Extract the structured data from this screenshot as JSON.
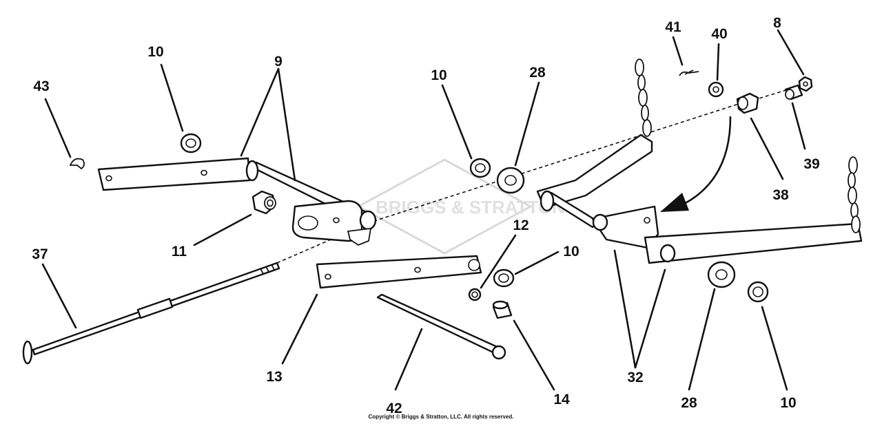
{
  "diagram": {
    "watermark": "BRIGGS & STRATTON",
    "copyright": "Copyright © Briggs & Stratton, LLC. All rights reserved.",
    "labels": [
      {
        "id": "lbl-10-a",
        "text": "10"
      },
      {
        "id": "lbl-9",
        "text": "9"
      },
      {
        "id": "lbl-43",
        "text": "43"
      },
      {
        "id": "lbl-11",
        "text": "11"
      },
      {
        "id": "lbl-37",
        "text": "37"
      },
      {
        "id": "lbl-10-b",
        "text": "10"
      },
      {
        "id": "lbl-28-a",
        "text": "28"
      },
      {
        "id": "lbl-12",
        "text": "12"
      },
      {
        "id": "lbl-10-c",
        "text": "10"
      },
      {
        "id": "lbl-13",
        "text": "13"
      },
      {
        "id": "lbl-42",
        "text": "42"
      },
      {
        "id": "lbl-14",
        "text": "14"
      },
      {
        "id": "lbl-41",
        "text": "41"
      },
      {
        "id": "lbl-40",
        "text": "40"
      },
      {
        "id": "lbl-8",
        "text": "8"
      },
      {
        "id": "lbl-38",
        "text": "38"
      },
      {
        "id": "lbl-39",
        "text": "39"
      },
      {
        "id": "lbl-32",
        "text": "32"
      },
      {
        "id": "lbl-28-b",
        "text": "28"
      },
      {
        "id": "lbl-10-d",
        "text": "10"
      }
    ]
  }
}
